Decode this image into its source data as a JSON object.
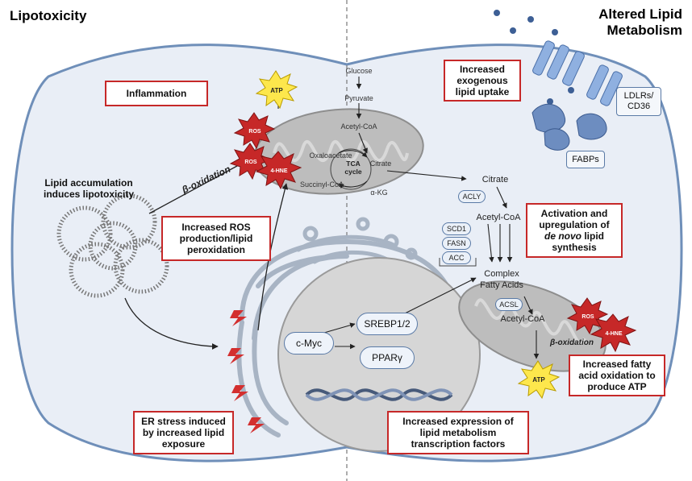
{
  "headers": {
    "left": "Lipotoxicity",
    "right_line1": "Altered Lipid",
    "right_line2": "Metabolism"
  },
  "boxes": {
    "inflammation": "Inflammation",
    "ros": [
      "Increased ROS",
      "production/lipid",
      "peroxidation"
    ],
    "er_stress": [
      "ER stress induced",
      "by increased lipid",
      "exposure"
    ],
    "uptake": [
      "Increased",
      "exogenous",
      "lipid uptake"
    ],
    "de_novo": [
      "Activation and",
      "upregulation of",
      "de novo",
      "lipid",
      "synthesis"
    ],
    "fao": [
      "Increased fatty",
      "acid oxidation to",
      "produce ATP"
    ],
    "transcription": [
      "Increased expression of",
      "lipid metabolism",
      "transcription factors"
    ]
  },
  "labels": {
    "lipid_accumulation": [
      "Lipid accumulation",
      "induces lipotoxicity"
    ],
    "beta_oxidation_left": "β-oxidation",
    "beta_oxidation_right": "β-oxidation",
    "glucose": "Glucose",
    "pyruvate": "Pyruvate",
    "acetyl_coa_top": "Acetyl-CoA",
    "oxaloacetate": "Oxaloacetate",
    "citrate_cycle": "Citrate",
    "tca": [
      "TCA",
      "cycle"
    ],
    "succinyl_coa": "Succinyl-CoA",
    "alpha_kg": "α-KG",
    "citrate_cyto": "Citrate",
    "acetyl_coa_cyto": "Acetyl-CoA",
    "complex_fa": [
      "Complex",
      "Fatty Acids"
    ],
    "acetyl_coa_mito": "Acetyl-CoA",
    "ldlr": [
      "LDLRs/",
      "CD36"
    ],
    "fabps": "FABPs"
  },
  "enzymes": {
    "acly": "ACLY",
    "scd1": "SCD1",
    "fasn": "FASN",
    "acc": "ACC",
    "acsl": "ACSL"
  },
  "factors": {
    "cmyc": "c-Myc",
    "srebp": "SREBP1/2",
    "ppar": "PPARγ"
  },
  "bursts": {
    "atp": "ATP",
    "ros": "ROS",
    "hne": "4-HNE"
  },
  "colors": {
    "cell_fill": "#e9eef6",
    "cell_stroke": "#6f8fb9",
    "nucleus": "#d6d6d6",
    "mito": "#bdbdbd",
    "box_border": "#c62828",
    "ros_red": "#c62828",
    "atp_yellow": "#fde74c",
    "receptor_blue": "#8fb0e0"
  }
}
